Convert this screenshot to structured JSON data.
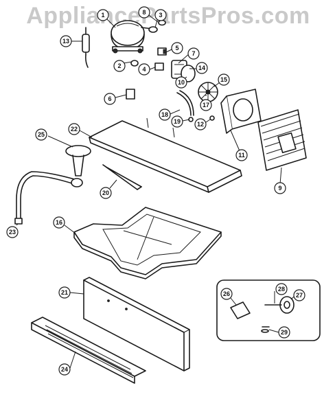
{
  "watermark": "AppliancePartsPros.com",
  "callouts": [
    {
      "id": "1",
      "label": "1"
    },
    {
      "id": "2",
      "label": "2"
    },
    {
      "id": "3",
      "label": "3"
    },
    {
      "id": "4",
      "label": "4"
    },
    {
      "id": "5",
      "label": "5"
    },
    {
      "id": "6",
      "label": "6"
    },
    {
      "id": "7",
      "label": "7"
    },
    {
      "id": "8",
      "label": "8"
    },
    {
      "id": "9",
      "label": "9"
    },
    {
      "id": "10",
      "label": "10"
    },
    {
      "id": "11",
      "label": "11"
    },
    {
      "id": "12",
      "label": "12"
    },
    {
      "id": "13",
      "label": "13"
    },
    {
      "id": "14",
      "label": "14"
    },
    {
      "id": "15",
      "label": "15"
    },
    {
      "id": "16",
      "label": "16"
    },
    {
      "id": "17",
      "label": "17"
    },
    {
      "id": "18",
      "label": "18"
    },
    {
      "id": "19",
      "label": "19"
    },
    {
      "id": "20",
      "label": "20"
    },
    {
      "id": "21",
      "label": "21"
    },
    {
      "id": "22",
      "label": "22"
    },
    {
      "id": "23",
      "label": "23"
    },
    {
      "id": "24",
      "label": "24"
    },
    {
      "id": "25",
      "label": "25"
    },
    {
      "id": "26",
      "label": "26"
    },
    {
      "id": "27",
      "label": "27"
    },
    {
      "id": "28",
      "label": "28"
    },
    {
      "id": "29",
      "label": "29"
    }
  ]
}
